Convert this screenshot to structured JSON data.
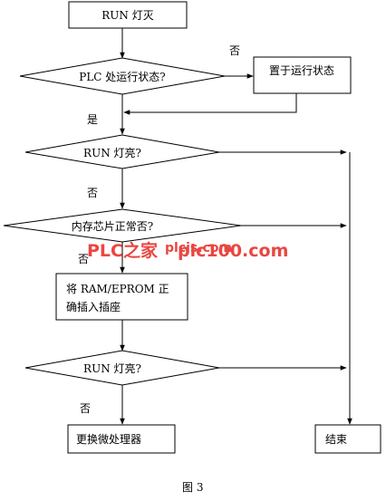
{
  "nodes": {
    "run_off": "RUN 灯灭",
    "plc_run_q": "PLC 处运行状态?",
    "set_run": "置于运行状态",
    "run_on_q1": "RUN 灯亮?",
    "mem_ok_q": "内存芯片正常否?",
    "insert_1": "将 RAM/EPROM 正",
    "insert_2": "确插入插座",
    "run_on_q2": "RUN 灯亮?",
    "replace_cpu": "更换微处理器",
    "end": "结束"
  },
  "labels": {
    "no_1": "否",
    "yes_1": "是",
    "no_2": "否",
    "no_3": "否",
    "no_4": "否"
  },
  "watermark": {
    "text_a": "PLC之家",
    "text_b": "plcjs.com",
    "text_c": "plc100.com"
  },
  "caption": "图 3"
}
